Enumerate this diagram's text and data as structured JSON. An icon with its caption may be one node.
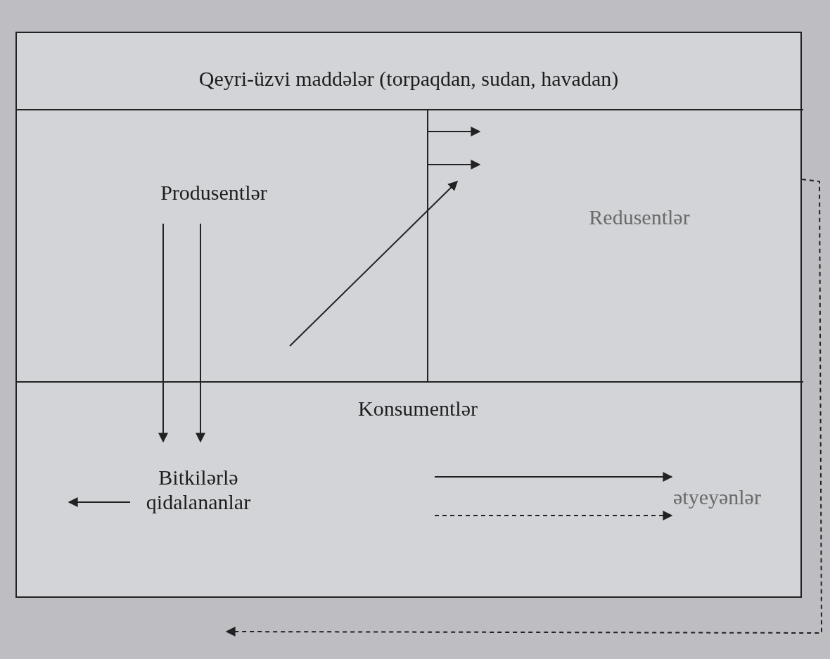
{
  "diagram": {
    "nodes": [
      {
        "text": [],
        "shape": "box"
      },
      {
        "text": [
          "Qeyri-üzvi maddələr (torpaqdan, sudan, havadan)"
        ],
        "in": 0
      },
      {
        "text": [
          "Produsentlər"
        ],
        "in": 0
      },
      {
        "text": [
          "Redusentlər"
        ],
        "in": 0
      },
      {
        "text": [
          "Konsumentlər"
        ],
        "in": 0
      },
      {
        "text": [
          "Bitkilərlə qidalananlar"
        ],
        "in": 4
      },
      {
        "text": [
          "ətyeyənlər"
        ],
        "in": 4
      }
    ],
    "edges": [
      {
        "from": 2,
        "to": 5,
        "arrow": "to"
      },
      {
        "from": 2,
        "to": 5,
        "arrow": "to"
      },
      {
        "from": null,
        "to": 3,
        "arrow": "to"
      },
      {
        "from": null,
        "to": 3,
        "arrow": "to"
      },
      {
        "from": null,
        "to": 3,
        "arrow": "to"
      },
      {
        "from": 5,
        "to": null,
        "arrow": "to"
      },
      {
        "from": null,
        "to": 6,
        "arrow": "to"
      },
      {
        "from": null,
        "to": 6,
        "arrow": "to",
        "style": "dashed"
      },
      {
        "from": 3,
        "to": null,
        "arrow": "to",
        "style": "dashed"
      }
    ]
  }
}
